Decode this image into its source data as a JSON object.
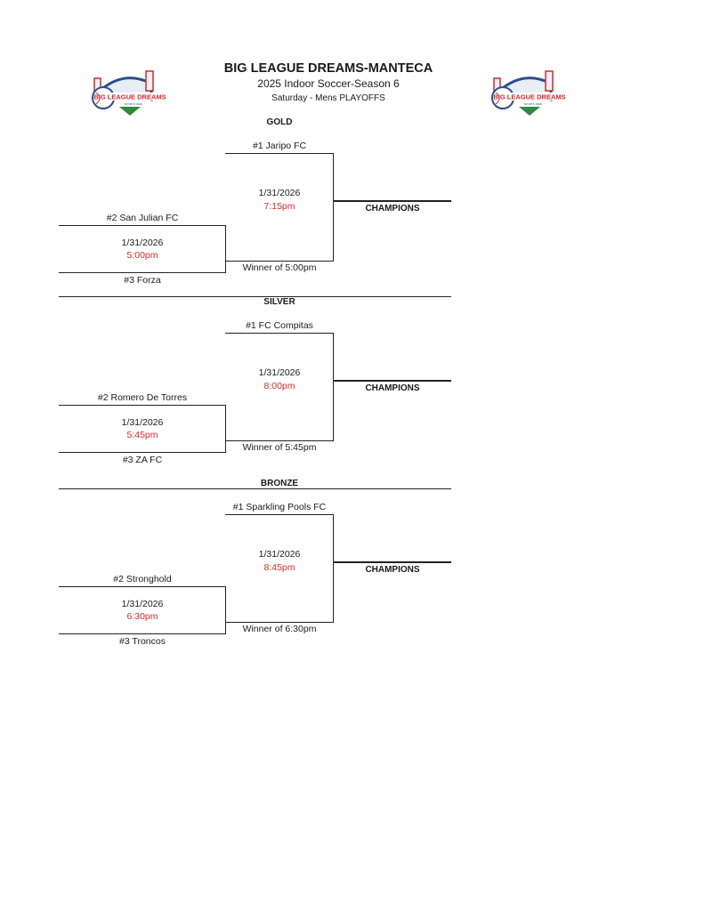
{
  "header": {
    "title": "BIG LEAGUE DREAMS-MANTECA",
    "subtitle": "2025 Indoor Soccer-Season 6",
    "subsubtitle": "Saturday - Mens PLAYOFFS",
    "logo_text": "BIG LEAGUE DREAMS",
    "logo_subtext": "SPORTS PARK"
  },
  "colors": {
    "time": "#d62b2b",
    "logo_red": "#d6262f",
    "logo_blue": "#2b4f8c",
    "logo_green": "#2e8b3c"
  },
  "brackets": [
    {
      "division": "GOLD",
      "seed1": "#1 Jaripo FC",
      "seed2": "#2 San Julian FC",
      "seed3": "#3 Forza",
      "semi_date": "1/31/2026",
      "semi_time": "5:00pm",
      "final_date": "1/31/2026",
      "final_time": "7:15pm",
      "winner_label": "Winner of 5:00pm",
      "champions_label": "CHAMPIONS"
    },
    {
      "division": "SILVER",
      "seed1": "#1 FC Compitas",
      "seed2": "#2 Romero De Torres",
      "seed3": "#3 ZA FC",
      "semi_date": "1/31/2026",
      "semi_time": "5:45pm",
      "final_date": "1/31/2026",
      "final_time": "8:00pm",
      "winner_label": "Winner of 5:45pm",
      "champions_label": "CHAMPIONS"
    },
    {
      "division": "BRONZE",
      "seed1": "#1 Sparkling Pools FC",
      "seed2": "#2 Stronghold",
      "seed3": "#3 Troncos",
      "semi_date": "1/31/2026",
      "semi_time": "6:30pm",
      "final_date": "1/31/2026",
      "final_time": "8:45pm",
      "winner_label": "Winner of 6:30pm",
      "champions_label": "CHAMPIONS"
    }
  ]
}
